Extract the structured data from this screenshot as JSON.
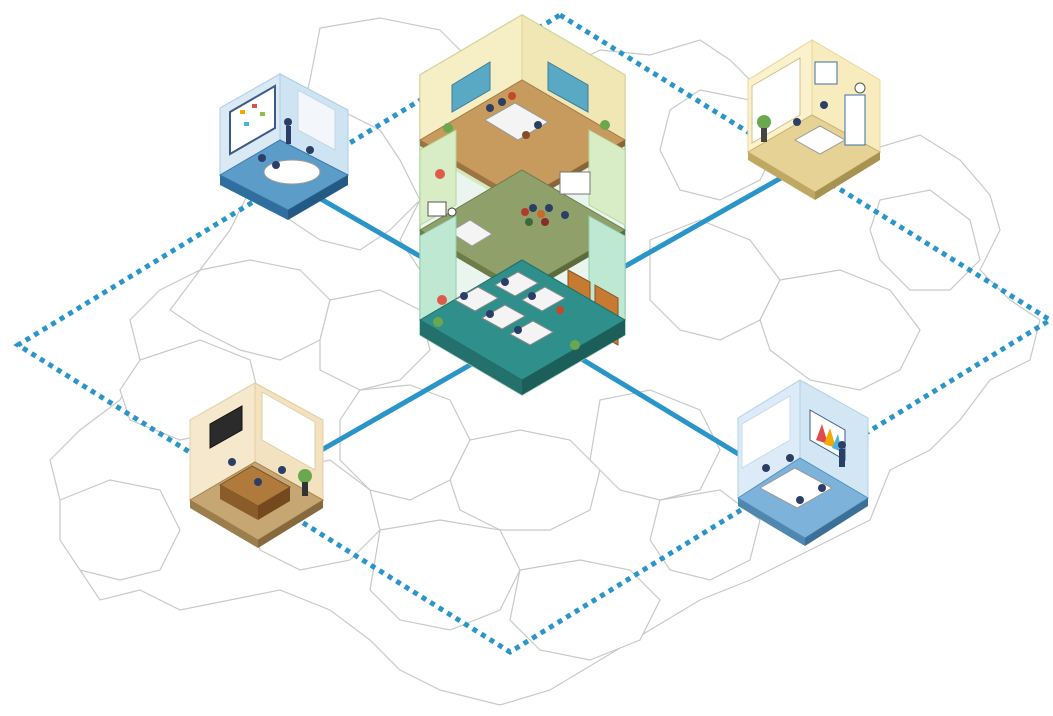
{
  "diagram": {
    "colors": {
      "map_outline": "#c9c9c9",
      "link_line": "#2a95c8",
      "dotted_boundary": "#2a95c8",
      "hq_floor_top": "#f4e9b0",
      "hq_floor_middle": "#cfe6b8",
      "hq_floor_bottom": "#a5dfc4",
      "office_blue": "#d6e9f6",
      "office_yellow": "#fbf0c4",
      "office_brown": "#f3e3c4"
    },
    "nodes": [
      {
        "id": "headquarters",
        "icon": "multi-floor-office-building-icon"
      },
      {
        "id": "office-top-left",
        "icon": "meeting-room-icon"
      },
      {
        "id": "office-top-right",
        "icon": "workstation-room-icon"
      },
      {
        "id": "office-bottom-left",
        "icon": "executive-office-icon"
      },
      {
        "id": "office-bottom-right",
        "icon": "presentation-room-icon"
      }
    ],
    "links": [
      {
        "from": "headquarters",
        "to": "office-top-left"
      },
      {
        "from": "headquarters",
        "to": "office-top-right"
      },
      {
        "from": "headquarters",
        "to": "office-bottom-left"
      },
      {
        "from": "headquarters",
        "to": "office-bottom-right"
      }
    ]
  }
}
